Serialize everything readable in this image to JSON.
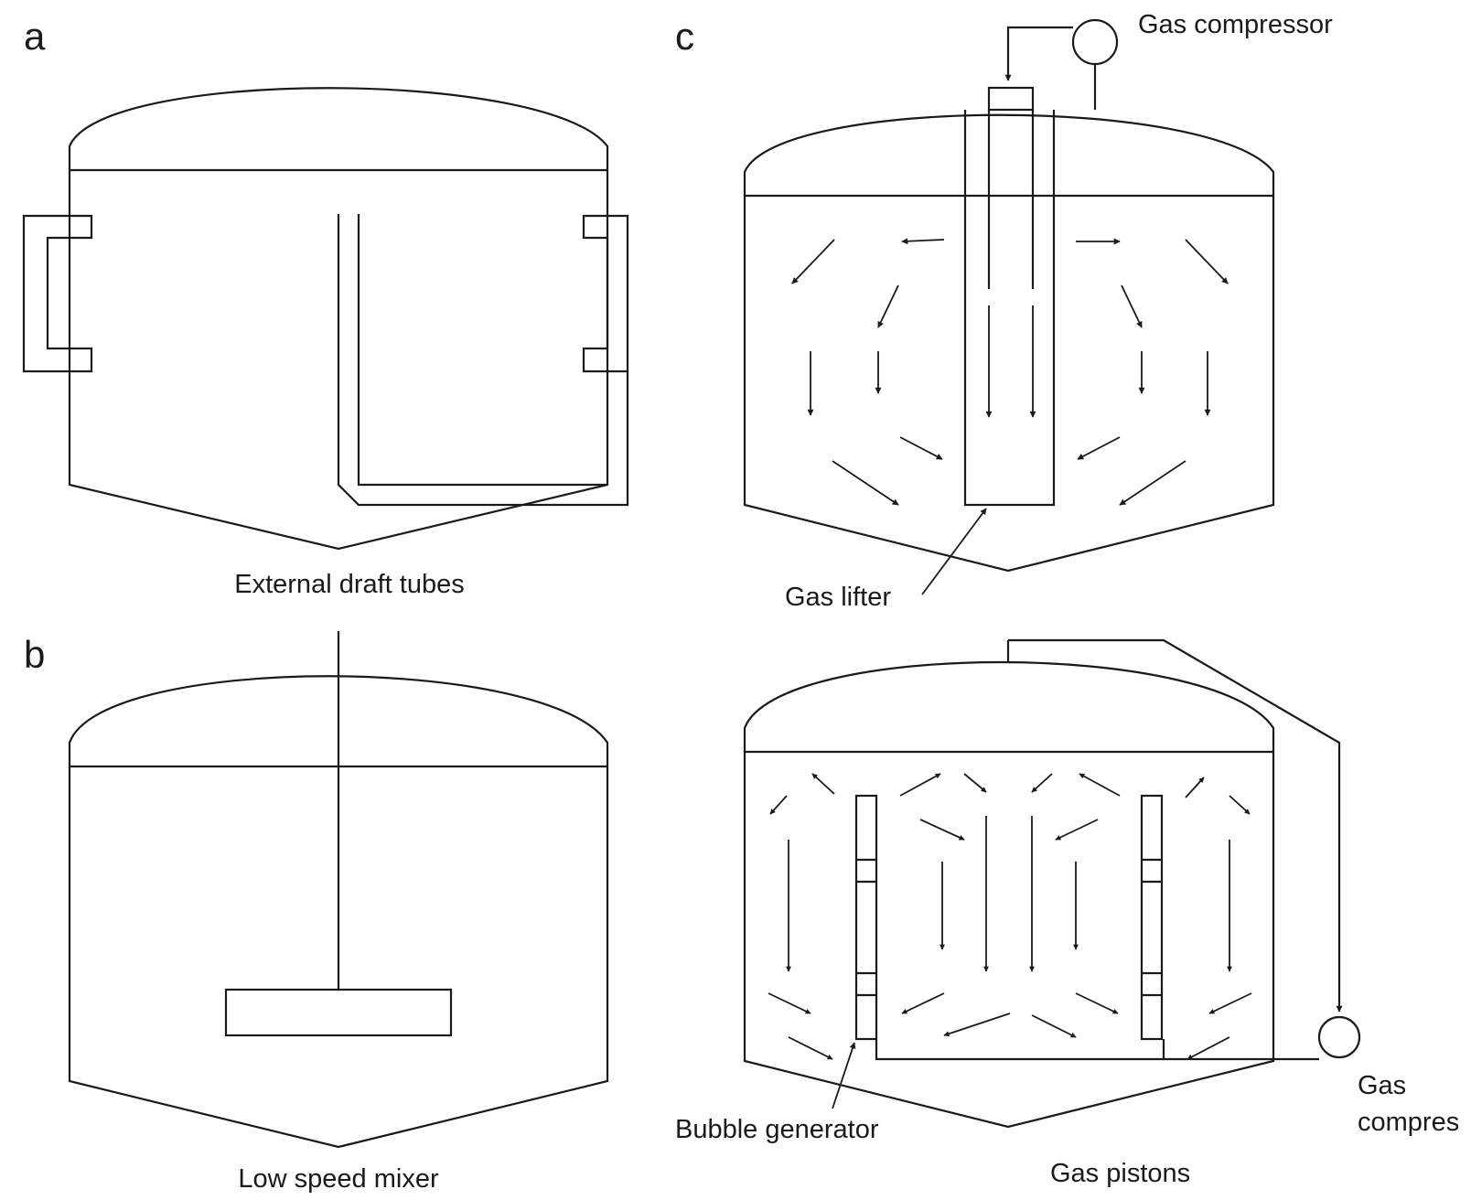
{
  "panel_a": {
    "letter": "a",
    "caption": "External draft tubes"
  },
  "panel_b": {
    "letter": "b",
    "caption": "Low speed mixer"
  },
  "panel_c": {
    "letter": "c",
    "compressor_label": "Gas compressor",
    "lifter_label": "Gas lifter"
  },
  "panel_d": {
    "compressor_label_line1": "Gas",
    "compressor_label_line2": "compres",
    "bubble_generator_label": "Bubble generator",
    "caption": "Gas pistons"
  },
  "colors": {
    "stroke": "#1a1a1a",
    "background": "#ffffff"
  }
}
